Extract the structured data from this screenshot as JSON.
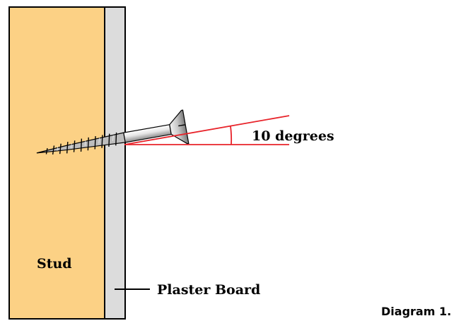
{
  "stud_label": "Stud",
  "angle_label": "10 degrees",
  "plaster_label": "Plaster Board",
  "caption": "Diagram 1.",
  "colors": {
    "stud_fill": "#fcd185",
    "board_fill": "#dcdcdc",
    "angle_lines": "#e8232a",
    "outline": "#000000"
  }
}
